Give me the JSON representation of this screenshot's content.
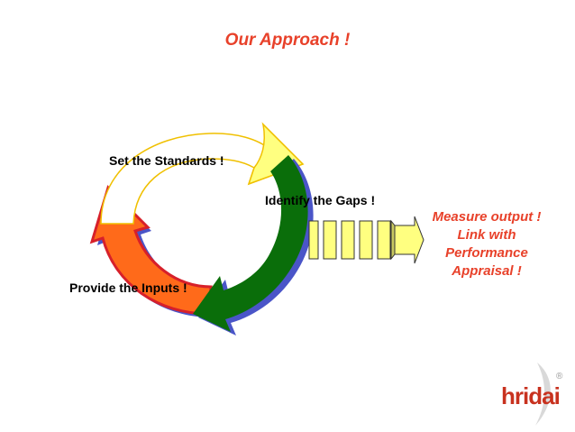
{
  "title": "Our Approach !",
  "labels": {
    "set_standards": "Set the Standards !",
    "identify_gaps": "Identify the Gaps !",
    "provide_inputs": "Provide the Inputs !"
  },
  "measure_lines": [
    "Measure output !",
    "Link with",
    "Performance",
    "Appraisal !"
  ],
  "logo": {
    "text": "hridai",
    "mark": "®"
  },
  "colors": {
    "title": "#e8412a",
    "arrow_top": "#ffff80",
    "arrow_right": "#0a6e0a",
    "arrow_left": "#ff6a1a",
    "arrow_left_edge": "#d7202a",
    "shadow": "#4a55c8",
    "bars": "#ffff80"
  }
}
